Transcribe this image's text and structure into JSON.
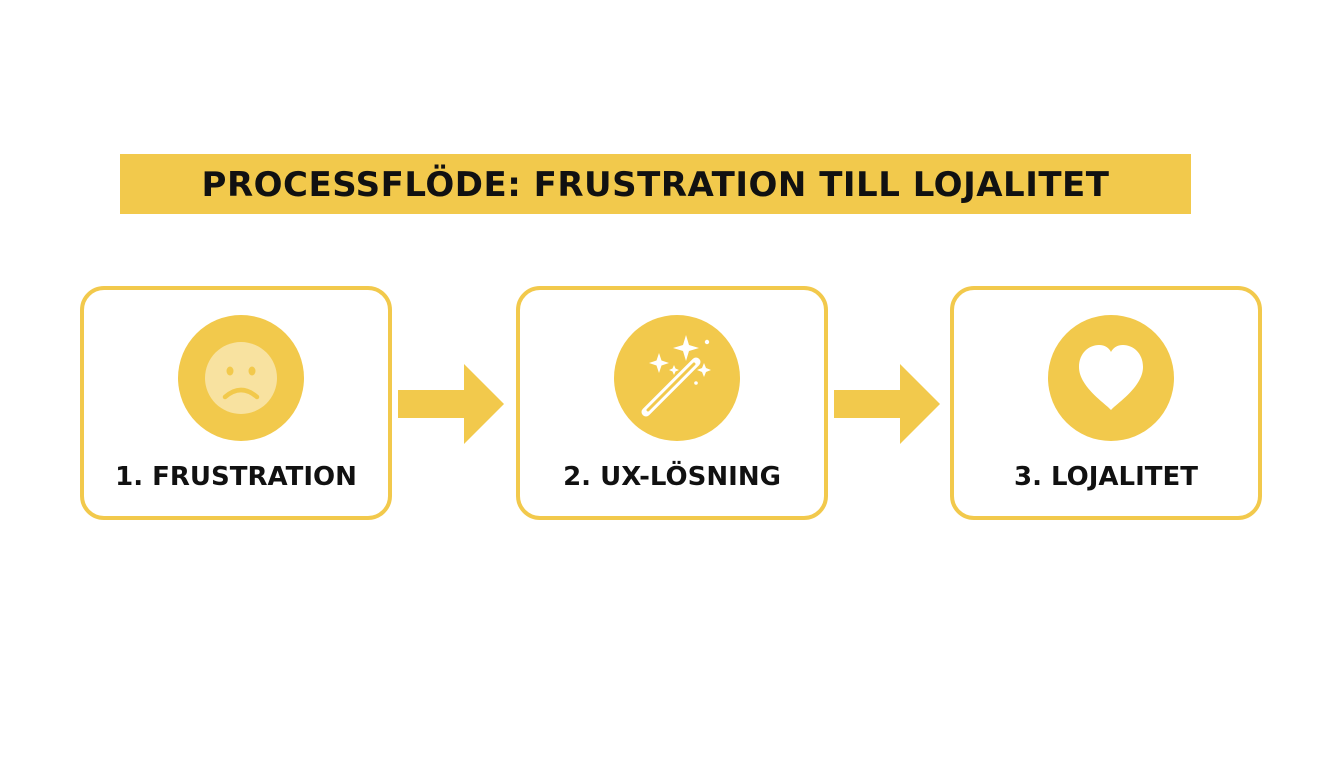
{
  "title": "PROCESSFLÖDE: FRUSTRATION TILL LOJALITET",
  "steps": [
    {
      "label": "1. FRUSTRATION",
      "icon": "sad-face-icon"
    },
    {
      "label": "2. UX-LÖSNING",
      "icon": "magic-wand-icon"
    },
    {
      "label": "3. LOJALITET",
      "icon": "heart-icon"
    }
  ],
  "colors": {
    "accent": "#f2c94c",
    "text": "#111111",
    "background": "#ffffff"
  }
}
